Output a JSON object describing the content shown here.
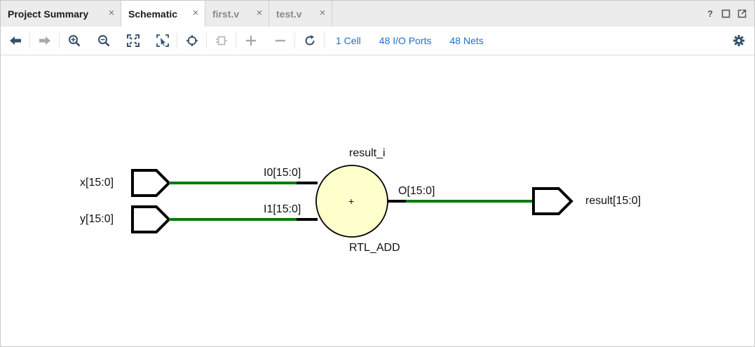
{
  "tabs": [
    {
      "label": "Project Summary",
      "state": "normal"
    },
    {
      "label": "Schematic",
      "state": "active"
    },
    {
      "label": "first.v",
      "state": "inactive"
    },
    {
      "label": "test.v",
      "state": "inactive"
    }
  ],
  "window_controls": [
    "help-icon",
    "maximize-icon",
    "float-icon"
  ],
  "toolbar": {
    "buttons": [
      "back-icon",
      "forward-icon",
      "zoom-in-icon",
      "zoom-out-icon",
      "fit-icon",
      "zoom-area-icon",
      "center-icon",
      "ungroup-icon",
      "expand-icon",
      "collapse-icon",
      "refresh-icon"
    ],
    "links": {
      "cells": "1 Cell",
      "ports": "48 I/O Ports",
      "nets": "48 Nets"
    },
    "settings": "gear-icon"
  },
  "schematic": {
    "cell_name": "result_i",
    "cell_type": "RTL_ADD",
    "cell_symbol": "+",
    "inputs": [
      {
        "port": "x[15:0]",
        "pin": "I0[15:0]"
      },
      {
        "port": "y[15:0]",
        "pin": "I1[15:0]"
      }
    ],
    "output": {
      "port": "result[15:0]",
      "pin": "O[15:0]"
    },
    "colors": {
      "net": "#0a7a0a",
      "cell_fill": "#ffffcc",
      "outline": "#000000"
    }
  }
}
